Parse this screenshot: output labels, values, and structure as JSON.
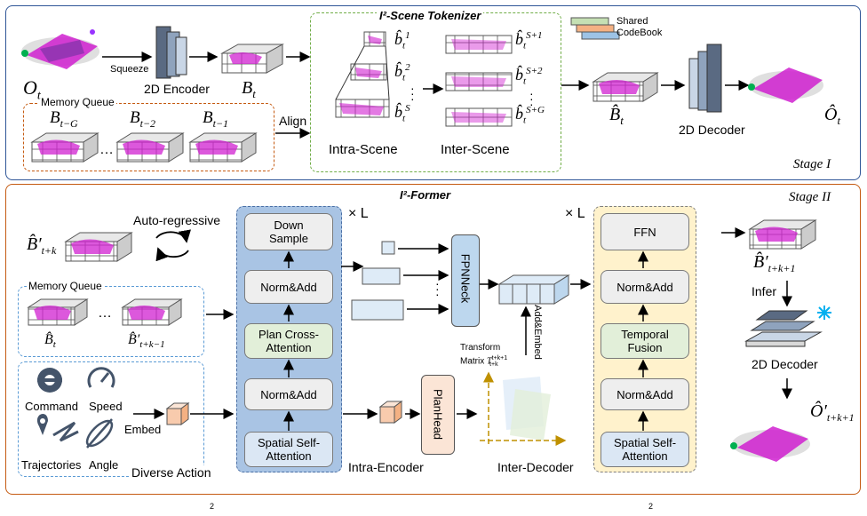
{
  "stage1": {
    "tokenizer_title": "I²-Scene Tokenizer",
    "squeeze": "Squeeze",
    "encoder": "2D Encoder",
    "memory_queue": "Memory Queue",
    "align": "Align",
    "intra_scene": "Intra-Scene",
    "inter_scene": "Inter-Scene",
    "shared_codebook": "Shared\nCodeBook",
    "decoder": "2D Decoder",
    "stage_label": "Stage I",
    "O_t": "O",
    "O_t_sub": "t",
    "B_t": "B",
    "B_t_sub": "t",
    "mem_labels": [
      "B",
      "B",
      "B"
    ],
    "mem_subs": [
      "t−G",
      "t−2",
      "t−1"
    ],
    "intra_b": [
      "b̂",
      "b̂",
      "b̂"
    ],
    "intra_b_sub": [
      "t",
      "t",
      "t"
    ],
    "intra_b_sup": [
      "1",
      "2",
      "S"
    ],
    "inter_b": [
      "b̂",
      "b̂",
      "b̂"
    ],
    "inter_b_sub": [
      "t",
      "t",
      "t"
    ],
    "inter_b_sup": [
      "S+1",
      "S+2",
      "S+G"
    ],
    "B_hat": "B̂",
    "B_hat_sub": "t",
    "O_hat": "Ô",
    "O_hat_sub": "t"
  },
  "stage2": {
    "former_title": "I²-Former",
    "stage_label": "Stage II",
    "auto_regressive": "Auto-regressive",
    "memory_queue": "Memory Queue",
    "times_L": "× L",
    "times_L2": "× L",
    "encoder_modules": [
      "Down\nSample",
      "Norm&Add",
      "Plan Cross-\nAttention",
      "Norm&Add",
      "Spatial Self-\nAttention"
    ],
    "decoder_modules": [
      "FFN",
      "Norm&Add",
      "Temporal\nFusion",
      "Norm&Add",
      "Spatial Self-\nAttention"
    ],
    "fpn_neck": "FPNNeck",
    "plan_head": "PlanHead",
    "intra_encoder": "Intra-Encoder",
    "inter_decoder": "Inter-Decoder",
    "transform": "Transform",
    "matrix": "Matrix",
    "add_embed": "Add&Embed",
    "embed": "Embed",
    "diverse_action": "Diverse Action",
    "actions": [
      "Command",
      "Speed",
      "Trajectories",
      "Angle"
    ],
    "infer": "Infer",
    "decoder": "2D Decoder",
    "B_tk": "B̂′",
    "B_tk_sub": "t+k",
    "B_t": "B̂",
    "B_t_sub": "t",
    "B_tk1": "B̂′",
    "B_tk1_sub": "t+k−1",
    "B_out": "B̂′",
    "B_out_sub": "t+k+1",
    "O_out": "Ô′",
    "O_out_sub": "t+k+1",
    "T_label": "T",
    "T_sup": "t+k+1",
    "T_sub": "t+k"
  },
  "colors": {
    "stage1_border": "#2f5597",
    "stage2_border": "#c55a11",
    "memory_border": "#c55a11",
    "tokenizer_border": "#70ad47",
    "encoder_panel": "#a9c4e4",
    "decoder_panel": "#fff2cc",
    "point_cloud": "#d020d0"
  },
  "caption_fragment": "2"
}
